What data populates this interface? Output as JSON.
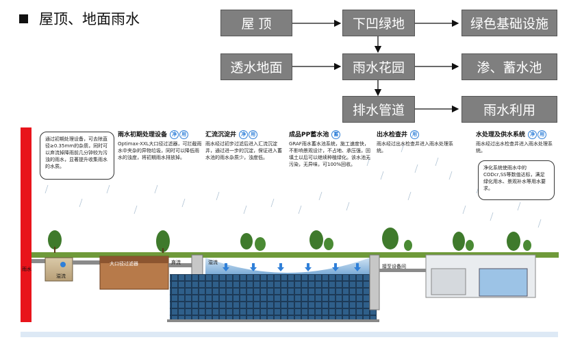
{
  "section_title": "屋顶、地面雨水",
  "flow": {
    "roof": "屋 顶",
    "sunken_green": "下凹绿地",
    "green_infra": "绿色基础设施",
    "permeable": "透水地面",
    "rain_garden": "雨水花园",
    "infiltration": "渗、蓄水池",
    "drainage": "排水管道",
    "reuse": "雨水利用"
  },
  "colors": {
    "box_fill": "#7f7f7f",
    "arrow": "#111111",
    "red_bar": "#e8141b",
    "badge": "#2f7fd8"
  },
  "diagram": {
    "bubble_left": "通过初期处理设备，可去除直径≥0.35mm的杂质，同时可以弃流掉降雨前几分钟较为污浊的雨水，显著提升收集雨水的水质。",
    "bubble_right": "净化系统使雨水中的CODcr,SS等数值达标，满足绿化用水、景观补水等用水要求。",
    "sections": [
      {
        "title": "雨水初期处理设备",
        "badges": [
          "净",
          "用"
        ],
        "text": "Optimax-XXL大口径过滤器，可拦截雨水中夹杂的异物垃圾，同时可以降低雨水的浊度，将初期雨水排放掉。"
      },
      {
        "title": "汇流沉淀井",
        "badges": [
          "净",
          "用"
        ],
        "text": "雨水经过初步过滤后进入汇流沉淀井，通过进一步的沉淀，保证进入蓄水池的雨水杂质少，浊度低。"
      },
      {
        "title": "成品PP蓄水池",
        "badges": [
          "蓄"
        ],
        "text": "GRAF雨水蓄水池系统，施工速度快，不影响景观设计，不占地、承压强，回填土以后可以继续种植绿化。该水池无污染，无异味，可100%回收。"
      },
      {
        "title": "出水检查井",
        "badges": [
          "用"
        ],
        "text": "雨水经过出水检查井进入雨水处理系统。"
      },
      {
        "title": "水处理及供水系统",
        "badges": [
          "净",
          "用"
        ],
        "text": "雨水经过出水检查井进入雨水处理系统。"
      }
    ],
    "labels": {
      "rain_water": "雨水",
      "drain_well": "溢流",
      "large_filter": "大口径过滤器",
      "overflow": "弃流",
      "overflow2": "溢流",
      "to_equipment": "接至设备间"
    }
  }
}
